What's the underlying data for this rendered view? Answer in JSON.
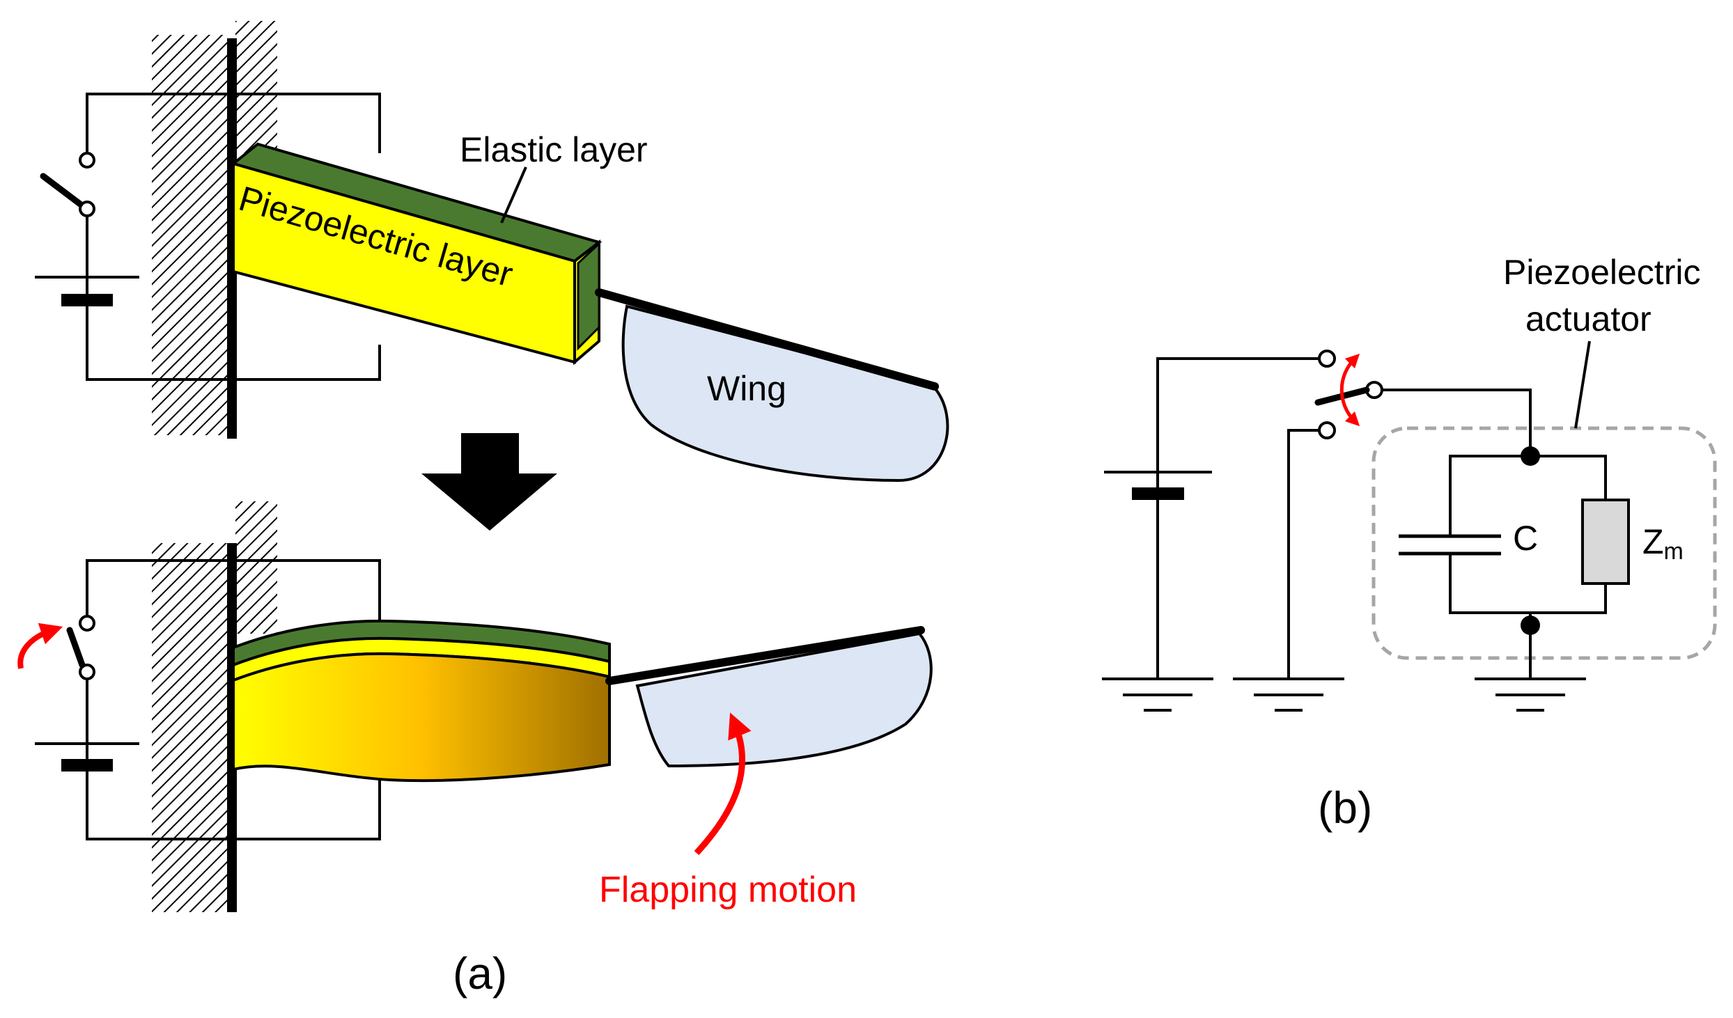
{
  "labels": {
    "elastic_layer": "Elastic layer",
    "piezo_layer": "Piezoelectric layer",
    "wing": "Wing",
    "flapping_motion": "Flapping motion",
    "panel_a": "(a)",
    "panel_b": "(b)",
    "piezo_actuator_line1": "Piezoelectric",
    "piezo_actuator_line2": "actuator",
    "capacitor": "C",
    "impedance_main": "Z",
    "impedance_sub": "m"
  },
  "colors": {
    "elastic_green": "#4a7a2f",
    "piezo_yellow": "#ffff00",
    "piezo_orange": "#ffc000",
    "piezo_brown": "#a07000",
    "wing_fill": "#dce6f4",
    "accent_red": "#ff0000",
    "dashed_gray": "#a6a6a6",
    "impedance_gray": "#d9d9d9"
  }
}
